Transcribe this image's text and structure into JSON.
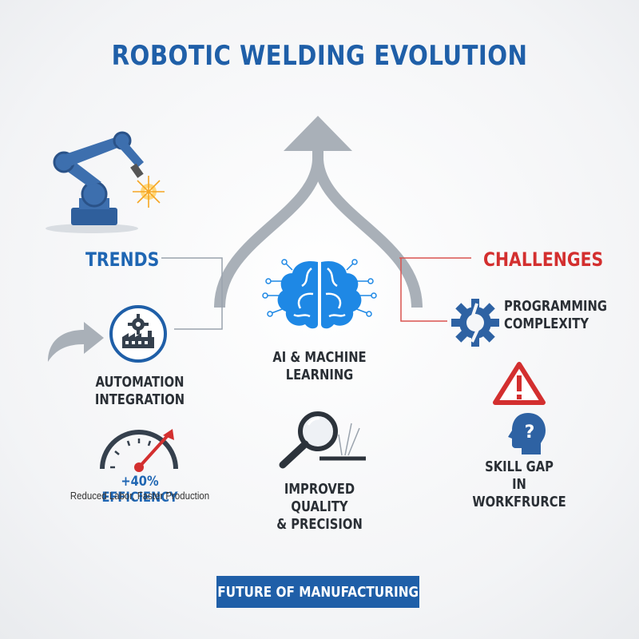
{
  "title": "ROBOTIC WELDING EVOLUTION",
  "trends": {
    "heading": "TRENDS",
    "automation": "AUTOMATION\nINTEGRATION",
    "efficiency_value": "+40% EFFICIENCY",
    "efficiency_detail": "Reduced Labor, Faster Production"
  },
  "center": {
    "ai": "AI & MACHINE\nLEARNING",
    "quality": "IMPROVED QUALITY\n& PRECISION"
  },
  "challenges": {
    "heading": "CHALLENGES",
    "programming": "PROGRAMMING\nCOMPLEXITY",
    "skill_gap": "SKILL GAP\nIN WORKFRURCE"
  },
  "footer": "FUTURE OF MANUFACTURING",
  "colors": {
    "brand_blue": "#1f5fa8",
    "accent_red": "#d32f2f",
    "arrow_gray": "#a9b0b8",
    "icon_dark": "#35404d"
  },
  "icons": [
    "robot-arm-icon",
    "spark-icon",
    "factory-gear-icon",
    "curved-arrow-icon",
    "brain-circuit-icon",
    "gauge-icon",
    "magnifier-icon",
    "broken-gear-icon",
    "warning-icon",
    "head-question-icon"
  ]
}
